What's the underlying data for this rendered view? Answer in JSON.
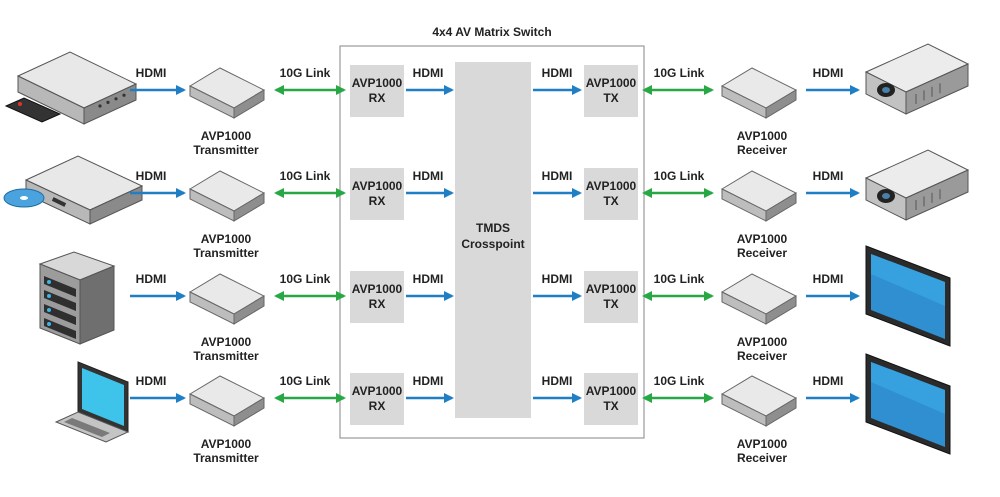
{
  "switch_title": "4x4 AV Matrix Switch",
  "crosspoint": {
    "line1": "TMDS",
    "line2": "Crosspoint"
  },
  "hdmi_label": "HDMI",
  "link_label": "10G Link",
  "rx_module": {
    "line1": "AVP1000",
    "line2": "RX"
  },
  "tx_module": {
    "line1": "AVP1000",
    "line2": "TX"
  },
  "transmitter": {
    "line1": "AVP1000",
    "line2": "Transmitter"
  },
  "receiver": {
    "line1": "AVP1000",
    "line2": "Receiver"
  },
  "sources": [
    "set-top box",
    "blu-ray player",
    "media server",
    "laptop"
  ],
  "displays": [
    "projector",
    "projector",
    "flat panel display",
    "flat panel display"
  ],
  "colors": {
    "hdmi_arrow": "#1f7fc4",
    "link_arrow": "#27a845",
    "module_fill": "#d9d9d9",
    "switch_border": "#999999"
  }
}
